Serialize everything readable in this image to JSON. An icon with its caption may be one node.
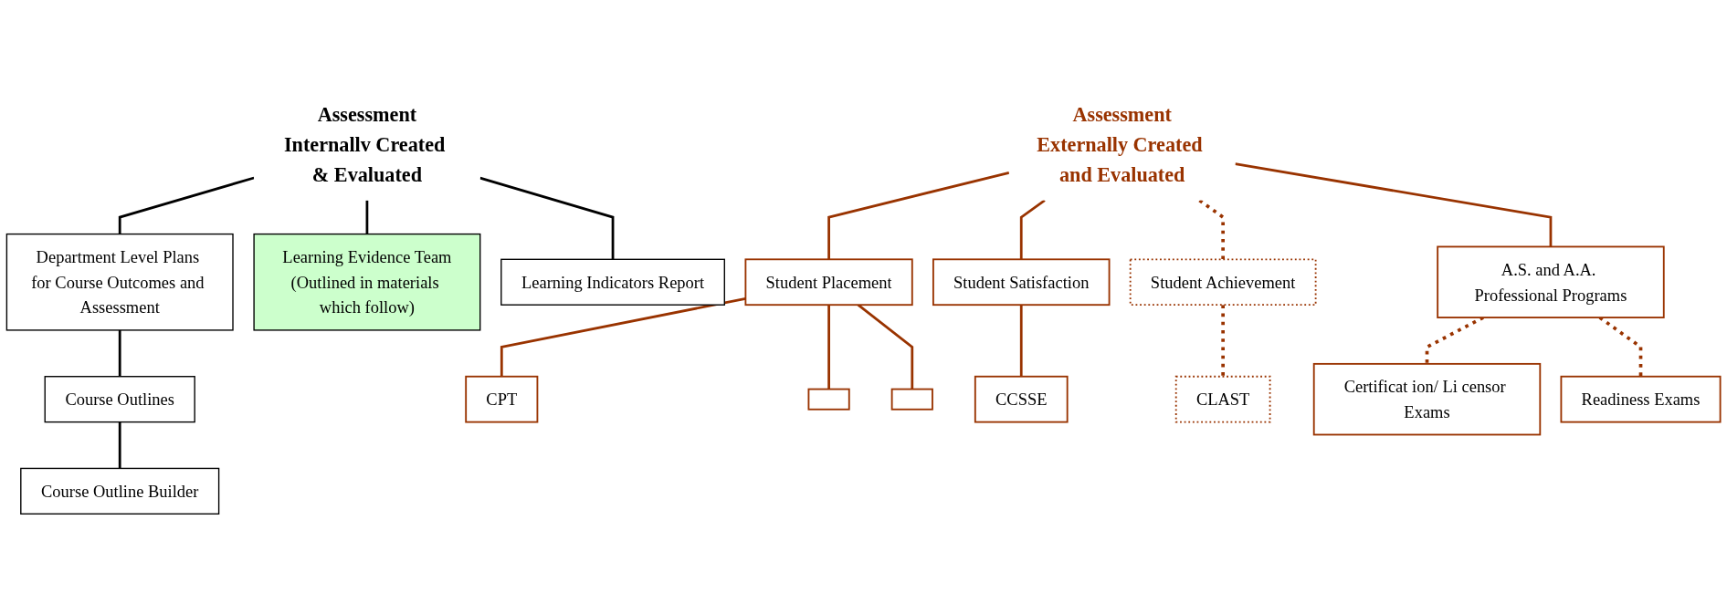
{
  "diagram": {
    "nodes": [
      {
        "text": [
          "Assessment",
          "Internallv Created & Evaluated"
        ]
      },
      {
        "text": [
          "Department Level Plans for Course Outcomes and Assessment"
        ]
      },
      {
        "text": [
          "Course Outlines"
        ]
      },
      {
        "text": [
          "Course Outline Builder"
        ]
      },
      {
        "text": [
          "Learning Evidence Team",
          "(Outlined in materials which follow)"
        ]
      },
      {
        "text": [
          "Learning Indicators Report"
        ]
      },
      {
        "text": [
          "Assessment",
          "Externally Created and Evaluated"
        ]
      },
      {
        "text": [
          "Student Placement"
        ]
      },
      {
        "text": [
          "CPT"
        ]
      },
      {
        "text": [],
        "shape": "box"
      },
      {
        "text": [],
        "shape": "box"
      },
      {
        "text": [
          "Student Satisfaction"
        ]
      },
      {
        "text": [
          "CCSSE"
        ]
      },
      {
        "text": [
          "Student Achievement"
        ]
      },
      {
        "text": [
          "CLAST"
        ]
      },
      {
        "text": [
          "A.S. and A.A. Professional Programs"
        ]
      },
      {
        "text": [
          "Certificat ion/ Li censor Exams"
        ]
      },
      {
        "text": [
          "Readiness Exams"
        ]
      }
    ],
    "edges": [
      {
        "from": 0,
        "to": 1,
        "arrow": "none",
        "color": "#000000"
      },
      {
        "from": 0,
        "to": 4,
        "arrow": "none",
        "color": "#000000"
      },
      {
        "from": 0,
        "to": 5,
        "arrow": "none",
        "color": "#000000"
      },
      {
        "from": 1,
        "to": 2,
        "arrow": "none",
        "color": "#000000"
      },
      {
        "from": 2,
        "to": 3,
        "arrow": "none",
        "color": "#000000"
      },
      {
        "from": 6,
        "to": 7,
        "arrow": "none"
      },
      {
        "from": 6,
        "to": 11,
        "arrow": "none"
      },
      {
        "from": 6,
        "to": 13,
        "arrow": "none",
        "style": "dashed"
      },
      {
        "from": 6,
        "to": 15,
        "arrow": "none"
      },
      {
        "from": 7,
        "to": 8,
        "arrow": "none"
      },
      {
        "from": 7,
        "to": 9,
        "arrow": "none"
      },
      {
        "from": 7,
        "to": 10,
        "arrow": "none"
      },
      {
        "from": 11,
        "to": 12,
        "arrow": "none"
      },
      {
        "from": 13,
        "to": 14,
        "arrow": "none",
        "style": "dashed"
      },
      {
        "from": 15,
        "to": 16,
        "arrow": "none",
        "style": "dashed"
      },
      {
        "from": 15,
        "to": 17,
        "arrow": "none",
        "style": "dashed"
      }
    ]
  }
}
